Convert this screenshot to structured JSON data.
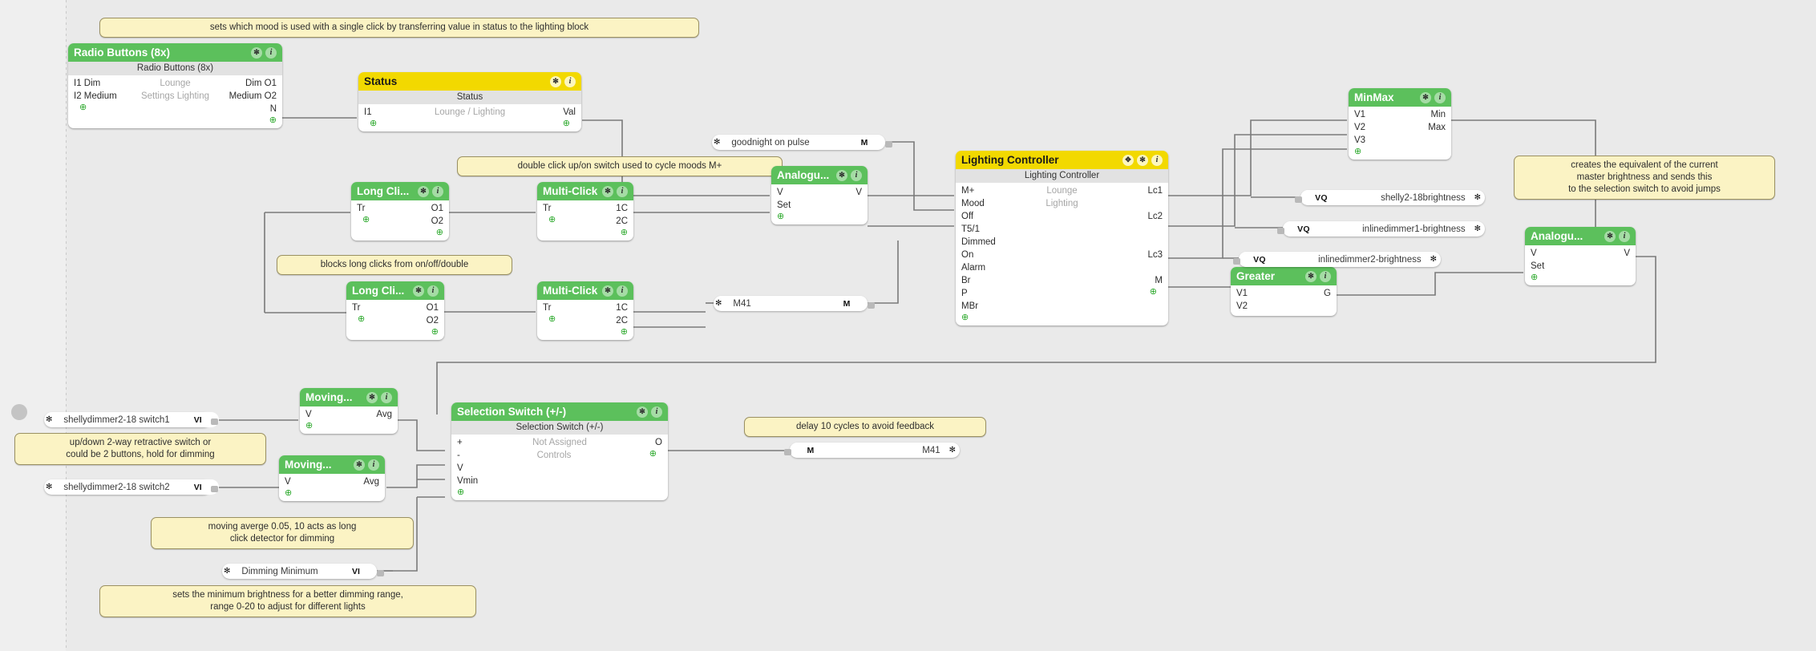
{
  "app": {
    "canvas_background": "#eaeaea",
    "node_green": "#5cc05c",
    "node_yellow": "#f2d900",
    "comment_bg": "#fbf3c4"
  },
  "comments": [
    {
      "name": "comment-mood-single-click",
      "text": "sets which mood is used with a single click by transferring value in status to the lighting  block"
    },
    {
      "name": "comment-double-click",
      "text": "double click up/on switch used to cycle moods M+"
    },
    {
      "name": "comment-blocks-long-clicks",
      "text": "blocks long clicks from on/off/double"
    },
    {
      "name": "comment-master-brightness",
      "line1": "creates the equivalent of the current",
      "line2": "master brightness and sends this",
      "line3": "to the selection switch to avoid jumps"
    },
    {
      "name": "comment-two-way-switch",
      "line1": "up/down 2-way retractive switch or",
      "line2": "could be 2 buttons, hold for dimming"
    },
    {
      "name": "comment-moving-average",
      "line1": "moving averge 0.05, 10 acts as long",
      "line2": "click detector for dimming"
    },
    {
      "name": "comment-delay-cycles",
      "text": "delay 10 cycles to avoid feedback"
    },
    {
      "name": "comment-dimming-minimum",
      "line1": "sets the minimum brightness for a better dimming range,",
      "line2": "range 0-20 to adjust for different lights"
    }
  ],
  "nodes": {
    "radio_buttons": {
      "title": "Radio Buttons (8x)",
      "subtitle": "Radio Buttons (8x)",
      "center_line1": "Lounge",
      "center_line2": "Settings Lighting",
      "inputs": [
        "I1 Dim",
        "I2 Medium"
      ],
      "outputs": [
        "Dim O1",
        "Medium O2",
        "N"
      ]
    },
    "status": {
      "title": "Status",
      "subtitle": "Status",
      "center": "Lounge / Lighting",
      "inputs": [
        "I1"
      ],
      "outputs": [
        "Val"
      ]
    },
    "long_click_1": {
      "title": "Long Cli...",
      "inputs": [
        "Tr"
      ],
      "outputs": [
        "O1",
        "O2"
      ]
    },
    "long_click_2": {
      "title": "Long Cli...",
      "inputs": [
        "Tr"
      ],
      "outputs": [
        "O1",
        "O2"
      ]
    },
    "multi_click_1": {
      "title": "Multi-Click",
      "inputs": [
        "Tr"
      ],
      "outputs": [
        "1C",
        "2C"
      ]
    },
    "multi_click_2": {
      "title": "Multi-Click",
      "inputs": [
        "Tr"
      ],
      "outputs": [
        "1C",
        "2C"
      ]
    },
    "analogue_1": {
      "title": "Analogu...",
      "inputs": [
        "V",
        "Set"
      ],
      "outputs": [
        "V"
      ]
    },
    "analogue_2": {
      "title": "Analogu...",
      "inputs": [
        "V",
        "Set"
      ],
      "outputs": [
        "V"
      ]
    },
    "lighting_controller": {
      "title": "Lighting Controller",
      "subtitle": "Lighting Controller",
      "center_line1": "Lounge",
      "center_line2": "Lighting",
      "inputs": [
        "M+",
        "Mood",
        "Off",
        "T5/1  Dimmed",
        "On",
        "Alarm",
        "Br",
        "P",
        "MBr"
      ],
      "outputs": [
        "Lc1",
        "Lc2",
        "Lc3",
        "M"
      ]
    },
    "minmax": {
      "title": "MinMax",
      "inputs": [
        "V1",
        "V2",
        "V3"
      ],
      "outputs": [
        "Min",
        "Max"
      ]
    },
    "greater": {
      "title": "Greater",
      "inputs": [
        "V1",
        "V2"
      ],
      "outputs": [
        "G"
      ]
    },
    "moving_1": {
      "title": "Moving...",
      "inputs": [
        "V"
      ],
      "outputs": [
        "Avg"
      ]
    },
    "moving_2": {
      "title": "Moving...",
      "inputs": [
        "V"
      ],
      "outputs": [
        "Avg"
      ]
    },
    "selection_switch": {
      "title": "Selection Switch (+/-)",
      "subtitle": "Selection Switch (+/-)",
      "center_line1": "Not Assigned",
      "center_line2": "Controls",
      "inputs": [
        "+",
        "-",
        "V",
        "Vmin"
      ],
      "outputs": [
        "O"
      ]
    }
  },
  "pills": {
    "goodnight": {
      "label": "goodnight on pulse",
      "tag": "M",
      "gear": "gear-icon"
    },
    "m41_left": {
      "label": "M41",
      "tag": "M",
      "gear": "gear-icon"
    },
    "m41_right": {
      "label": "M41",
      "tag": "M",
      "gear": "gear-icon"
    },
    "shelly2_18brightness": {
      "tag": "VQ",
      "label": "shelly2-18brightness"
    },
    "inlinedimmer1_brightness": {
      "tag": "VQ",
      "label": "inlinedimmer1-brightness"
    },
    "inlinedimmer2_brightness": {
      "tag": "VQ",
      "label": "inlinedimmer2-brightness"
    },
    "switch1": {
      "label": "shellydimmer2-18 switch1",
      "tag": "VI"
    },
    "switch2": {
      "label": "shellydimmer2-18 switch2",
      "tag": "VI"
    },
    "dimming_minimum": {
      "label": "Dimming Minimum",
      "tag": "VI"
    }
  },
  "icons": {
    "gear": "✻",
    "info": "i",
    "plus": "⊕",
    "move": "✥"
  }
}
